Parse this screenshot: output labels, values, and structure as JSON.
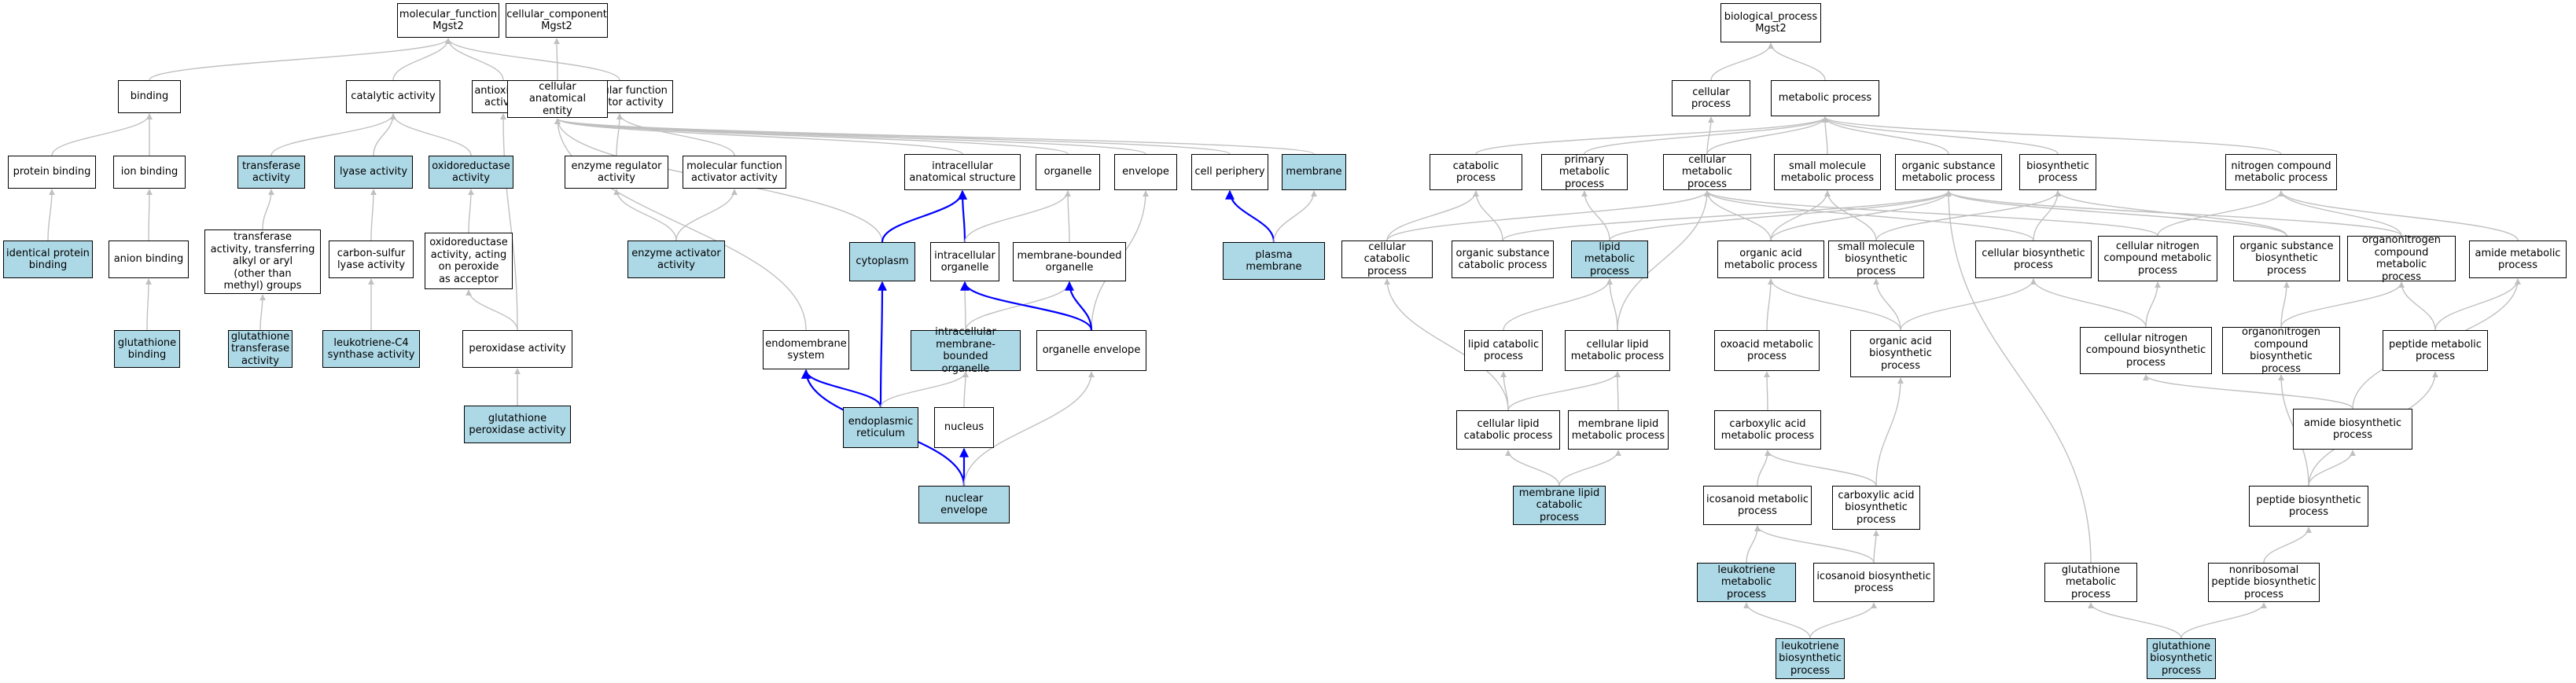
{
  "colors": {
    "highlight": "#add8e6",
    "edge_default": "#c0c0c0",
    "edge_part_of": "#0000ff",
    "border": "#000000"
  },
  "nodes": [
    {
      "id": "mf",
      "label": "molecular_function\nMgst2",
      "hl": false
    },
    {
      "id": "binding",
      "label": "binding",
      "hl": false
    },
    {
      "id": "catalytic",
      "label": "catalytic activity",
      "hl": false
    },
    {
      "id": "antioxidant",
      "label": "antioxidant\nactivity",
      "hl": false
    },
    {
      "id": "mfreg",
      "label": "molecular function\nregulator activity",
      "hl": false
    },
    {
      "id": "protbind",
      "label": "protein binding",
      "hl": false
    },
    {
      "id": "ionbind",
      "label": "ion binding",
      "hl": false
    },
    {
      "id": "transferase",
      "label": "transferase\nactivity",
      "hl": true
    },
    {
      "id": "lyase",
      "label": "lyase activity",
      "hl": true
    },
    {
      "id": "oxidoreductase",
      "label": "oxidoreductase\nactivity",
      "hl": true
    },
    {
      "id": "enzreg",
      "label": "enzyme regulator\nactivity",
      "hl": false
    },
    {
      "id": "mfact",
      "label": "molecular function\nactivator activity",
      "hl": false
    },
    {
      "id": "identprot",
      "label": "identical protein\nbinding",
      "hl": true
    },
    {
      "id": "anionbind",
      "label": "anion binding",
      "hl": false
    },
    {
      "id": "transalkyl",
      "label": "transferase\nactivity, transferring\nalkyl or aryl\n(other than\nmethyl) groups",
      "hl": false
    },
    {
      "id": "csl",
      "label": "carbon-sulfur\nlyase activity",
      "hl": false
    },
    {
      "id": "oxperox",
      "label": "oxidoreductase\nactivity, acting\non peroxide\nas acceptor",
      "hl": false
    },
    {
      "id": "enzact",
      "label": "enzyme activator\nactivity",
      "hl": true
    },
    {
      "id": "glubind",
      "label": "glutathione\nbinding",
      "hl": true
    },
    {
      "id": "gst",
      "label": "glutathione\ntransferase\nactivity",
      "hl": true
    },
    {
      "id": "ltc4",
      "label": "leukotriene-C4\nsynthase activity",
      "hl": true
    },
    {
      "id": "peroxidase",
      "label": "peroxidase activity",
      "hl": false
    },
    {
      "id": "gpx",
      "label": "glutathione\nperoxidase activity",
      "hl": true
    },
    {
      "id": "cc",
      "label": "cellular_component\nMgst2",
      "hl": false
    },
    {
      "id": "cae",
      "label": "cellular anatomical\nentity",
      "hl": false
    },
    {
      "id": "intracas",
      "label": "intracellular\nanatomical structure",
      "hl": false
    },
    {
      "id": "organelle",
      "label": "organelle",
      "hl": false
    },
    {
      "id": "envelope",
      "label": "envelope",
      "hl": false
    },
    {
      "id": "periphery",
      "label": "cell periphery",
      "hl": false
    },
    {
      "id": "membrane",
      "label": "membrane",
      "hl": true
    },
    {
      "id": "cytoplasm",
      "label": "cytoplasm",
      "hl": true
    },
    {
      "id": "intraorg",
      "label": "intracellular\norganelle",
      "hl": false
    },
    {
      "id": "mbo",
      "label": "membrane-bounded\norganelle",
      "hl": false
    },
    {
      "id": "plasmamem",
      "label": "plasma membrane",
      "hl": true
    },
    {
      "id": "endomem",
      "label": "endomembrane\nsystem",
      "hl": false
    },
    {
      "id": "imbo",
      "label": "intracellular\nmembrane-bounded\norganelle",
      "hl": true
    },
    {
      "id": "orgenv",
      "label": "organelle envelope",
      "hl": false
    },
    {
      "id": "er",
      "label": "endoplasmic\nreticulum",
      "hl": true
    },
    {
      "id": "nucleus",
      "label": "nucleus",
      "hl": false
    },
    {
      "id": "nucenv",
      "label": "nuclear envelope",
      "hl": true
    },
    {
      "id": "bp",
      "label": "biological_process\nMgst2",
      "hl": false
    },
    {
      "id": "cellproc",
      "label": "cellular process",
      "hl": false
    },
    {
      "id": "metproc",
      "label": "metabolic process",
      "hl": false
    },
    {
      "id": "catproc",
      "label": "catabolic process",
      "hl": false
    },
    {
      "id": "primmet",
      "label": "primary metabolic\nprocess",
      "hl": false
    },
    {
      "id": "cellmet",
      "label": "cellular metabolic\nprocess",
      "hl": false
    },
    {
      "id": "smallmol",
      "label": "small molecule\nmetabolic process",
      "hl": false
    },
    {
      "id": "orgsub",
      "label": "organic substance\nmetabolic process",
      "hl": false
    },
    {
      "id": "biosyn",
      "label": "biosynthetic\nprocess",
      "hl": false
    },
    {
      "id": "nitro",
      "label": "nitrogen compound\nmetabolic process",
      "hl": false
    },
    {
      "id": "cellcat",
      "label": "cellular catabolic\nprocess",
      "hl": false
    },
    {
      "id": "orgsubcat",
      "label": "organic substance\ncatabolic process",
      "hl": false
    },
    {
      "id": "lipidmet",
      "label": "lipid metabolic\nprocess",
      "hl": true
    },
    {
      "id": "orgacid",
      "label": "organic acid\nmetabolic process",
      "hl": false
    },
    {
      "id": "smallmolbio",
      "label": "small molecule\nbiosynthetic\nprocess",
      "hl": false
    },
    {
      "id": "cellbio",
      "label": "cellular biosynthetic\nprocess",
      "hl": false
    },
    {
      "id": "cellnitro",
      "label": "cellular nitrogen\ncompound metabolic\nprocess",
      "hl": false
    },
    {
      "id": "orgsubbio",
      "label": "organic substance\nbiosynthetic\nprocess",
      "hl": false
    },
    {
      "id": "organonitro",
      "label": "organonitrogen\ncompound metabolic\nprocess",
      "hl": false
    },
    {
      "id": "amide",
      "label": "amide metabolic\nprocess",
      "hl": false
    },
    {
      "id": "lipidcat",
      "label": "lipid catabolic\nprocess",
      "hl": false
    },
    {
      "id": "celllipid",
      "label": "cellular lipid\nmetabolic process",
      "hl": false
    },
    {
      "id": "oxoacid",
      "label": "oxoacid metabolic\nprocess",
      "hl": false
    },
    {
      "id": "orgacidbio",
      "label": "organic acid\nbiosynthetic\nprocess",
      "hl": false
    },
    {
      "id": "cellnitrobio",
      "label": "cellular nitrogen\ncompound biosynthetic\nprocess",
      "hl": false
    },
    {
      "id": "organonitrobio",
      "label": "organonitrogen\ncompound biosynthetic\nprocess",
      "hl": false
    },
    {
      "id": "peptide",
      "label": "peptide metabolic\nprocess",
      "hl": false
    },
    {
      "id": "celllipidcat",
      "label": "cellular lipid\ncatabolic process",
      "hl": false
    },
    {
      "id": "memlipid",
      "label": "membrane lipid\nmetabolic process",
      "hl": false
    },
    {
      "id": "carbox",
      "label": "carboxylic acid\nmetabolic process",
      "hl": false
    },
    {
      "id": "amidebio",
      "label": "amide biosynthetic\nprocess",
      "hl": false
    },
    {
      "id": "memlipidcat",
      "label": "membrane lipid\ncatabolic process",
      "hl": true
    },
    {
      "id": "icosmet",
      "label": "icosanoid metabolic\nprocess",
      "hl": false
    },
    {
      "id": "carboxbio",
      "label": "carboxylic acid\nbiosynthetic\nprocess",
      "hl": false
    },
    {
      "id": "peptidebio",
      "label": "peptide biosynthetic\nprocess",
      "hl": false
    },
    {
      "id": "leukmet",
      "label": "leukotriene\nmetabolic process",
      "hl": true
    },
    {
      "id": "icosbio",
      "label": "icosanoid biosynthetic\nprocess",
      "hl": false
    },
    {
      "id": "glutmet",
      "label": "glutathione\nmetabolic process",
      "hl": false
    },
    {
      "id": "nrpbio",
      "label": "nonribosomal\npeptide biosynthetic\nprocess",
      "hl": false
    },
    {
      "id": "leukbio",
      "label": "leukotriene\nbiosynthetic\nprocess",
      "hl": true
    },
    {
      "id": "glutbio",
      "label": "glutathione\nbiosynthetic\nprocess",
      "hl": true
    }
  ],
  "edges": [
    {
      "from": "binding",
      "to": "mf",
      "type": "is_a"
    },
    {
      "from": "catalytic",
      "to": "mf",
      "type": "is_a"
    },
    {
      "from": "antioxidant",
      "to": "mf",
      "type": "is_a"
    },
    {
      "from": "mfreg",
      "to": "mf",
      "type": "is_a"
    },
    {
      "from": "protbind",
      "to": "binding",
      "type": "is_a"
    },
    {
      "from": "ionbind",
      "to": "binding",
      "type": "is_a"
    },
    {
      "from": "transferase",
      "to": "catalytic",
      "type": "is_a"
    },
    {
      "from": "lyase",
      "to": "catalytic",
      "type": "is_a"
    },
    {
      "from": "oxidoreductase",
      "to": "catalytic",
      "type": "is_a"
    },
    {
      "from": "enzreg",
      "to": "mfreg",
      "type": "is_a"
    },
    {
      "from": "mfact",
      "to": "mfreg",
      "type": "is_a"
    },
    {
      "from": "identprot",
      "to": "protbind",
      "type": "is_a"
    },
    {
      "from": "anionbind",
      "to": "ionbind",
      "type": "is_a"
    },
    {
      "from": "glubind",
      "to": "anionbind",
      "type": "is_a"
    },
    {
      "from": "transalkyl",
      "to": "transferase",
      "type": "is_a"
    },
    {
      "from": "gst",
      "to": "transalkyl",
      "type": "is_a"
    },
    {
      "from": "csl",
      "to": "lyase",
      "type": "is_a"
    },
    {
      "from": "ltc4",
      "to": "csl",
      "type": "is_a"
    },
    {
      "from": "oxperox",
      "to": "oxidoreductase",
      "type": "is_a"
    },
    {
      "from": "peroxidase",
      "to": "oxperox",
      "type": "is_a"
    },
    {
      "from": "peroxidase",
      "to": "antioxidant",
      "type": "is_a"
    },
    {
      "from": "gpx",
      "to": "peroxidase",
      "type": "is_a"
    },
    {
      "from": "enzact",
      "to": "enzreg",
      "type": "is_a"
    },
    {
      "from": "enzact",
      "to": "mfact",
      "type": "is_a"
    },
    {
      "from": "cae",
      "to": "cc",
      "type": "is_a"
    },
    {
      "from": "intracas",
      "to": "cae",
      "type": "is_a"
    },
    {
      "from": "organelle",
      "to": "cae",
      "type": "is_a"
    },
    {
      "from": "envelope",
      "to": "cae",
      "type": "is_a"
    },
    {
      "from": "periphery",
      "to": "cae",
      "type": "is_a"
    },
    {
      "from": "membrane",
      "to": "cae",
      "type": "is_a"
    },
    {
      "from": "cytoplasm",
      "to": "cae",
      "type": "is_a"
    },
    {
      "from": "endomem",
      "to": "cae",
      "type": "is_a"
    },
    {
      "from": "cytoplasm",
      "to": "intracas",
      "type": "part_of"
    },
    {
      "from": "intraorg",
      "to": "intracas",
      "type": "part_of"
    },
    {
      "from": "intraorg",
      "to": "organelle",
      "type": "is_a"
    },
    {
      "from": "mbo",
      "to": "organelle",
      "type": "is_a"
    },
    {
      "from": "orgenv",
      "to": "envelope",
      "type": "is_a"
    },
    {
      "from": "plasmamem",
      "to": "periphery",
      "type": "part_of"
    },
    {
      "from": "plasmamem",
      "to": "membrane",
      "type": "is_a"
    },
    {
      "from": "imbo",
      "to": "intraorg",
      "type": "is_a"
    },
    {
      "from": "imbo",
      "to": "mbo",
      "type": "is_a"
    },
    {
      "from": "orgenv",
      "to": "intraorg",
      "type": "part_of"
    },
    {
      "from": "orgenv",
      "to": "mbo",
      "type": "part_of"
    },
    {
      "from": "er",
      "to": "endomem",
      "type": "part_of"
    },
    {
      "from": "er",
      "to": "cytoplasm",
      "type": "part_of"
    },
    {
      "from": "er",
      "to": "imbo",
      "type": "is_a"
    },
    {
      "from": "nucleus",
      "to": "imbo",
      "type": "is_a"
    },
    {
      "from": "nucenv",
      "to": "nucleus",
      "type": "part_of"
    },
    {
      "from": "nucenv",
      "to": "endomem",
      "type": "part_of"
    },
    {
      "from": "nucenv",
      "to": "orgenv",
      "type": "is_a"
    },
    {
      "from": "cellproc",
      "to": "bp",
      "type": "is_a"
    },
    {
      "from": "metproc",
      "to": "bp",
      "type": "is_a"
    },
    {
      "from": "catproc",
      "to": "metproc",
      "type": "is_a"
    },
    {
      "from": "primmet",
      "to": "metproc",
      "type": "is_a"
    },
    {
      "from": "cellmet",
      "to": "metproc",
      "type": "is_a"
    },
    {
      "from": "cellmet",
      "to": "cellproc",
      "type": "is_a"
    },
    {
      "from": "smallmol",
      "to": "metproc",
      "type": "is_a"
    },
    {
      "from": "orgsub",
      "to": "metproc",
      "type": "is_a"
    },
    {
      "from": "biosyn",
      "to": "metproc",
      "type": "is_a"
    },
    {
      "from": "nitro",
      "to": "metproc",
      "type": "is_a"
    },
    {
      "from": "cellcat",
      "to": "catproc",
      "type": "is_a"
    },
    {
      "from": "cellcat",
      "to": "cellmet",
      "type": "is_a"
    },
    {
      "from": "orgsubcat",
      "to": "catproc",
      "type": "is_a"
    },
    {
      "from": "orgsubcat",
      "to": "orgsub",
      "type": "is_a"
    },
    {
      "from": "lipidmet",
      "to": "primmet",
      "type": "is_a"
    },
    {
      "from": "lipidmet",
      "to": "orgsub",
      "type": "is_a"
    },
    {
      "from": "orgacid",
      "to": "cellmet",
      "type": "is_a"
    },
    {
      "from": "orgacid",
      "to": "smallmol",
      "type": "is_a"
    },
    {
      "from": "orgacid",
      "to": "orgsub",
      "type": "is_a"
    },
    {
      "from": "smallmolbio",
      "to": "smallmol",
      "type": "is_a"
    },
    {
      "from": "smallmolbio",
      "to": "biosyn",
      "type": "is_a"
    },
    {
      "from": "cellbio",
      "to": "cellmet",
      "type": "is_a"
    },
    {
      "from": "cellbio",
      "to": "biosyn",
      "type": "is_a"
    },
    {
      "from": "cellnitro",
      "to": "cellmet",
      "type": "is_a"
    },
    {
      "from": "cellnitro",
      "to": "nitro",
      "type": "is_a"
    },
    {
      "from": "orgsubbio",
      "to": "orgsub",
      "type": "is_a"
    },
    {
      "from": "orgsubbio",
      "to": "biosyn",
      "type": "is_a"
    },
    {
      "from": "organonitro",
      "to": "orgsub",
      "type": "is_a"
    },
    {
      "from": "organonitro",
      "to": "nitro",
      "type": "is_a"
    },
    {
      "from": "amide",
      "to": "nitro",
      "type": "is_a"
    },
    {
      "from": "lipidcat",
      "to": "lipidmet",
      "type": "is_a"
    },
    {
      "from": "celllipid",
      "to": "lipidmet",
      "type": "is_a"
    },
    {
      "from": "celllipid",
      "to": "cellmet",
      "type": "is_a"
    },
    {
      "from": "oxoacid",
      "to": "orgacid",
      "type": "is_a"
    },
    {
      "from": "orgacidbio",
      "to": "orgacid",
      "type": "is_a"
    },
    {
      "from": "orgacidbio",
      "to": "smallmolbio",
      "type": "is_a"
    },
    {
      "from": "orgacidbio",
      "to": "cellbio",
      "type": "is_a"
    },
    {
      "from": "cellnitrobio",
      "to": "cellbio",
      "type": "is_a"
    },
    {
      "from": "cellnitrobio",
      "to": "cellnitro",
      "type": "is_a"
    },
    {
      "from": "organonitrobio",
      "to": "orgsubbio",
      "type": "is_a"
    },
    {
      "from": "organonitrobio",
      "to": "organonitro",
      "type": "is_a"
    },
    {
      "from": "peptide",
      "to": "organonitro",
      "type": "is_a"
    },
    {
      "from": "peptide",
      "to": "amide",
      "type": "is_a"
    },
    {
      "from": "celllipidcat",
      "to": "lipidcat",
      "type": "is_a"
    },
    {
      "from": "celllipidcat",
      "to": "celllipid",
      "type": "is_a"
    },
    {
      "from": "celllipidcat",
      "to": "cellcat",
      "type": "is_a"
    },
    {
      "from": "memlipid",
      "to": "celllipid",
      "type": "is_a"
    },
    {
      "from": "carbox",
      "to": "oxoacid",
      "type": "is_a"
    },
    {
      "from": "amidebio",
      "to": "amide",
      "type": "is_a"
    },
    {
      "from": "amidebio",
      "to": "cellnitrobio",
      "type": "is_a"
    },
    {
      "from": "memlipidcat",
      "to": "celllipidcat",
      "type": "is_a"
    },
    {
      "from": "memlipidcat",
      "to": "memlipid",
      "type": "is_a"
    },
    {
      "from": "icosmet",
      "to": "carbox",
      "type": "is_a"
    },
    {
      "from": "carboxbio",
      "to": "carbox",
      "type": "is_a"
    },
    {
      "from": "carboxbio",
      "to": "orgacidbio",
      "type": "is_a"
    },
    {
      "from": "peptidebio",
      "to": "peptide",
      "type": "is_a"
    },
    {
      "from": "peptidebio",
      "to": "amidebio",
      "type": "is_a"
    },
    {
      "from": "peptidebio",
      "to": "organonitrobio",
      "type": "is_a"
    },
    {
      "from": "leukmet",
      "to": "icosmet",
      "type": "is_a"
    },
    {
      "from": "icosbio",
      "to": "icosmet",
      "type": "is_a"
    },
    {
      "from": "icosbio",
      "to": "carboxbio",
      "type": "is_a"
    },
    {
      "from": "glutmet",
      "to": "orgsub",
      "type": "is_a"
    },
    {
      "from": "nrpbio",
      "to": "peptidebio",
      "type": "is_a"
    },
    {
      "from": "leukbio",
      "to": "leukmet",
      "type": "is_a"
    },
    {
      "from": "leukbio",
      "to": "icosbio",
      "type": "is_a"
    },
    {
      "from": "glutbio",
      "to": "glutmet",
      "type": "is_a"
    },
    {
      "from": "glutbio",
      "to": "nrpbio",
      "type": "is_a"
    }
  ]
}
